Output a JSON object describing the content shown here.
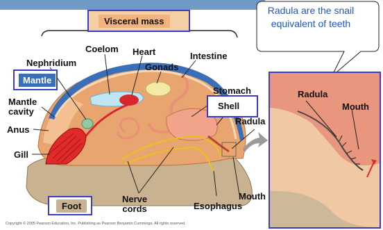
{
  "callout": {
    "text": "Radula are the snail equivalent of teeth"
  },
  "labels": {
    "visceral_mass": "Visceral mass",
    "coelom": "Coelom",
    "heart": "Heart",
    "nephridium": "Nephridium",
    "intestine": "Intestine",
    "gonads": "Gonads",
    "mantle": "Mantle",
    "mantle_cavity": "Mantle\ncavity",
    "stomach": "Stomach",
    "shell": "Shell",
    "radula": "Radula",
    "anus": "Anus",
    "gill": "Gill",
    "foot": "Foot",
    "nerve_cords": "Nerve\ncords",
    "esophagus": "Esophagus",
    "mouth": "Mouth",
    "inset_radula": "Radula",
    "inset_mouth": "Mouth"
  },
  "copyright": "Copyright © 2005 Pearson Education, Inc. Publishing as Pearson Benjamin Cummings. All rights reserved.",
  "colors": {
    "highlight_border": "#3b3bc8",
    "callout_text": "#1f55c8",
    "shell": "#3a6fb8",
    "body": "#e9a56f",
    "foot": "#c9b28f",
    "gill": "#e02a2a"
  }
}
